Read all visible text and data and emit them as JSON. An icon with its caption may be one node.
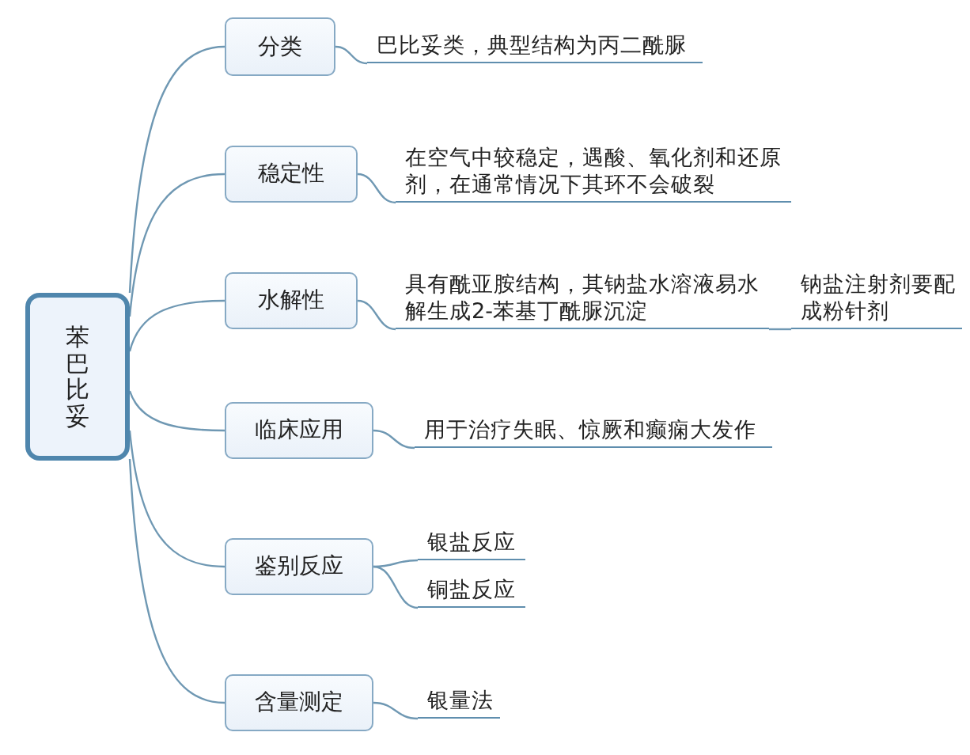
{
  "diagram": {
    "nodes": [
      {
        "text": [
          "苯巴比妥"
        ]
      },
      {
        "text": [
          "分类"
        ]
      },
      {
        "text": [
          "巴比妥类，典型结构为丙二酰脲"
        ]
      },
      {
        "text": [
          "稳定性"
        ]
      },
      {
        "text": [
          "在空气中较稳定，遇酸、氧化剂和还原剂，在通常情况下其环不会破裂"
        ]
      },
      {
        "text": [
          "水解性"
        ]
      },
      {
        "text": [
          "具有酰亚胺结构，其钠盐水溶液易水解生成2-苯基丁酰脲沉淀"
        ]
      },
      {
        "text": [
          "钠盐注射剂要配成粉针剂"
        ]
      },
      {
        "text": [
          "临床应用"
        ]
      },
      {
        "text": [
          "用于治疗失眠、惊厥和癫痫大发作"
        ]
      },
      {
        "text": [
          "鉴别反应"
        ]
      },
      {
        "text": [
          "银盐反应"
        ]
      },
      {
        "text": [
          "铜盐反应"
        ]
      },
      {
        "text": [
          "含量测定"
        ]
      },
      {
        "text": [
          "银量法"
        ]
      }
    ],
    "edges": [
      {
        "from": 0,
        "to": 1,
        "arrow": "none"
      },
      {
        "from": 0,
        "to": 3,
        "arrow": "none"
      },
      {
        "from": 0,
        "to": 5,
        "arrow": "none"
      },
      {
        "from": 0,
        "to": 8,
        "arrow": "none"
      },
      {
        "from": 0,
        "to": 10,
        "arrow": "none"
      },
      {
        "from": 0,
        "to": 13,
        "arrow": "none"
      },
      {
        "from": 1,
        "to": 2,
        "arrow": "none"
      },
      {
        "from": 3,
        "to": 4,
        "arrow": "none"
      },
      {
        "from": 5,
        "to": 6,
        "arrow": "none"
      },
      {
        "from": 6,
        "to": 7,
        "arrow": "none"
      },
      {
        "from": 8,
        "to": 9,
        "arrow": "none"
      },
      {
        "from": 10,
        "to": 11,
        "arrow": "none"
      },
      {
        "from": 10,
        "to": 12,
        "arrow": "none"
      },
      {
        "from": 13,
        "to": 14,
        "arrow": "none"
      }
    ]
  }
}
